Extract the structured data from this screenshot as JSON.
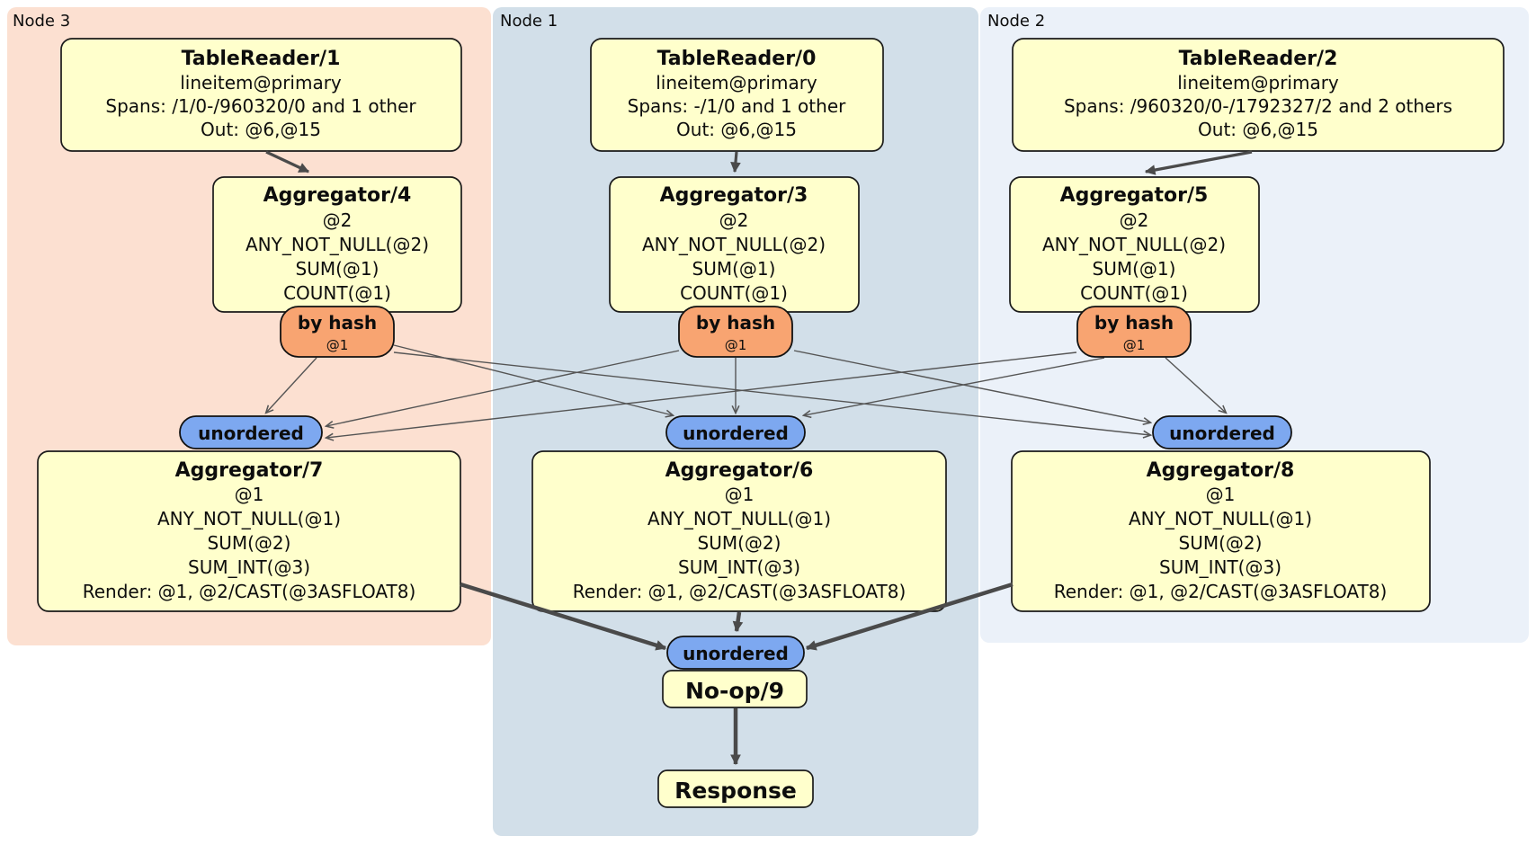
{
  "panels": {
    "node3": "Node 3",
    "node1": "Node 1",
    "node2": "Node 2"
  },
  "boxes": {
    "tr1": {
      "title": "TableReader/1",
      "lines": [
        "lineitem@primary",
        "Spans: /1/0-/960320/0 and 1 other",
        "Out: @6,@15"
      ]
    },
    "tr0": {
      "title": "TableReader/0",
      "lines": [
        "lineitem@primary",
        "Spans: -/1/0 and 1 other",
        "Out: @6,@15"
      ]
    },
    "tr2": {
      "title": "TableReader/2",
      "lines": [
        "lineitem@primary",
        "Spans: /960320/0-/1792327/2 and 2 others",
        "Out: @6,@15"
      ]
    },
    "agg4": {
      "title": "Aggregator/4",
      "lines": [
        "@2",
        "ANY_NOT_NULL(@2)",
        "SUM(@1)",
        "COUNT(@1)"
      ]
    },
    "agg3": {
      "title": "Aggregator/3",
      "lines": [
        "@2",
        "ANY_NOT_NULL(@2)",
        "SUM(@1)",
        "COUNT(@1)"
      ]
    },
    "agg5": {
      "title": "Aggregator/5",
      "lines": [
        "@2",
        "ANY_NOT_NULL(@2)",
        "SUM(@1)",
        "COUNT(@1)"
      ]
    },
    "agg7": {
      "title": "Aggregator/7",
      "lines": [
        "@1",
        "ANY_NOT_NULL(@1)",
        "SUM(@2)",
        "SUM_INT(@3)",
        "Render: @1, @2/CAST(@3ASFLOAT8)"
      ]
    },
    "agg6": {
      "title": "Aggregator/6",
      "lines": [
        "@1",
        "ANY_NOT_NULL(@1)",
        "SUM(@2)",
        "SUM_INT(@3)",
        "Render: @1, @2/CAST(@3ASFLOAT8)"
      ]
    },
    "agg8": {
      "title": "Aggregator/8",
      "lines": [
        "@1",
        "ANY_NOT_NULL(@1)",
        "SUM(@2)",
        "SUM_INT(@3)",
        "Render: @1, @2/CAST(@3ASFLOAT8)"
      ]
    },
    "noop": {
      "title": "No-op/9"
    },
    "response": {
      "title": "Response"
    }
  },
  "router": {
    "label": "by hash",
    "sub": "@1"
  },
  "sync": {
    "label": "unordered"
  },
  "colors": {
    "node3_bg": "#fce0d1",
    "node1_bg": "#d2dfe9",
    "node2_bg": "#ebf1f9",
    "box_fill": "#ffffcc",
    "box_border": "#1a1a1a",
    "router_fill": "#f8a471",
    "sync_fill": "#7da8f0",
    "edge": "#4a4a4a"
  },
  "edges": [
    {
      "from": "TableReader/1",
      "to": "Aggregator/4"
    },
    {
      "from": "TableReader/0",
      "to": "Aggregator/3"
    },
    {
      "from": "TableReader/2",
      "to": "Aggregator/5"
    },
    {
      "from": "by hash @1 (Aggregator/4)",
      "to": "unordered (Aggregator/7)"
    },
    {
      "from": "by hash @1 (Aggregator/4)",
      "to": "unordered (Aggregator/6)"
    },
    {
      "from": "by hash @1 (Aggregator/4)",
      "to": "unordered (Aggregator/8)"
    },
    {
      "from": "by hash @1 (Aggregator/3)",
      "to": "unordered (Aggregator/7)"
    },
    {
      "from": "by hash @1 (Aggregator/3)",
      "to": "unordered (Aggregator/6)"
    },
    {
      "from": "by hash @1 (Aggregator/3)",
      "to": "unordered (Aggregator/8)"
    },
    {
      "from": "by hash @1 (Aggregator/5)",
      "to": "unordered (Aggregator/7)"
    },
    {
      "from": "by hash @1 (Aggregator/5)",
      "to": "unordered (Aggregator/6)"
    },
    {
      "from": "by hash @1 (Aggregator/5)",
      "to": "unordered (Aggregator/8)"
    },
    {
      "from": "Aggregator/7",
      "to": "unordered (No-op/9)"
    },
    {
      "from": "Aggregator/6",
      "to": "unordered (No-op/9)"
    },
    {
      "from": "Aggregator/8",
      "to": "unordered (No-op/9)"
    },
    {
      "from": "No-op/9",
      "to": "Response"
    }
  ]
}
